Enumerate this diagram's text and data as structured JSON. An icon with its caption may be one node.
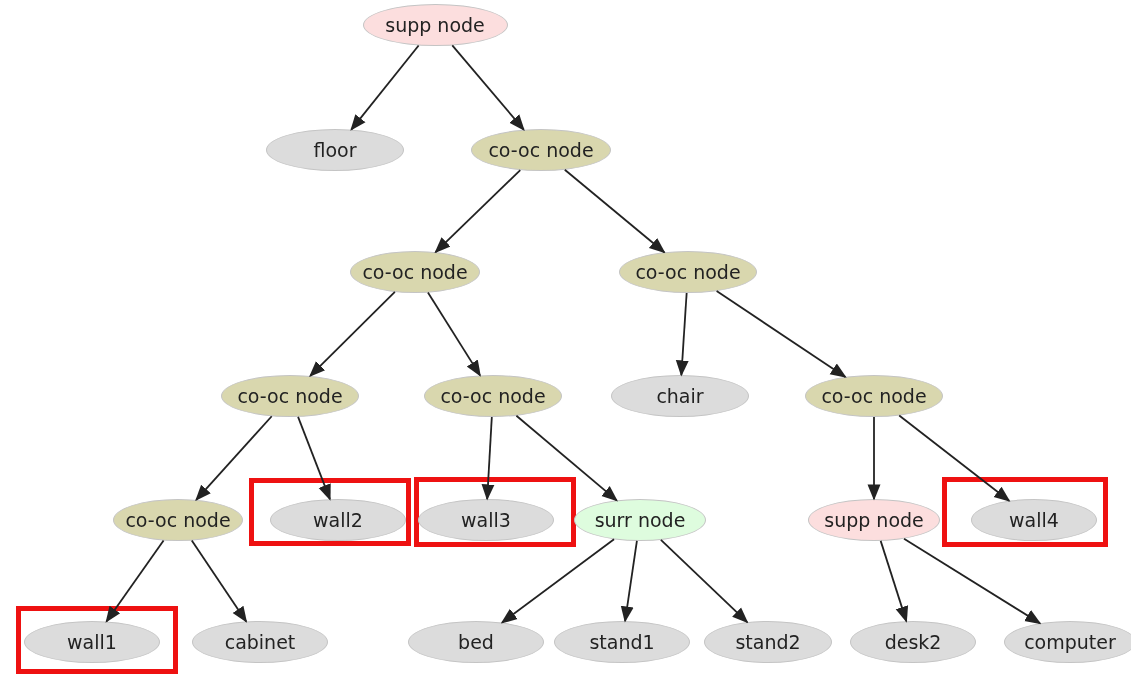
{
  "diagram": {
    "nodes": [
      {
        "text": [
          "supp node"
        ]
      },
      {
        "text": [
          "floor"
        ]
      },
      {
        "text": [
          "co-oc node"
        ]
      },
      {
        "text": [
          "co-oc node"
        ]
      },
      {
        "text": [
          "co-oc node"
        ]
      },
      {
        "text": [
          "co-oc node"
        ]
      },
      {
        "text": [
          "co-oc node"
        ]
      },
      {
        "text": [
          "chair"
        ]
      },
      {
        "text": [
          "co-oc node"
        ]
      },
      {
        "text": [
          "co-oc node"
        ]
      },
      {
        "text": [],
        "shape": "box"
      },
      {
        "text": [
          "wall2"
        ],
        "in": 10
      },
      {
        "text": [],
        "shape": "box"
      },
      {
        "text": [
          "wall3"
        ],
        "in": 12
      },
      {
        "text": [
          "surr node"
        ]
      },
      {
        "text": [
          "supp node"
        ]
      },
      {
        "text": [],
        "shape": "box"
      },
      {
        "text": [
          "wall4"
        ],
        "in": 16
      },
      {
        "text": [],
        "shape": "box"
      },
      {
        "text": [
          "wall1"
        ],
        "in": 18
      },
      {
        "text": [
          "cabinet"
        ]
      },
      {
        "text": [
          "bed"
        ]
      },
      {
        "text": [
          "stand1"
        ]
      },
      {
        "text": [
          "stand2"
        ]
      },
      {
        "text": [
          "desk2"
        ]
      },
      {
        "text": [
          "computer"
        ]
      }
    ],
    "edges": [
      {
        "from": 0,
        "to": 1,
        "arrow": "to"
      },
      {
        "from": 0,
        "to": 2,
        "arrow": "to"
      },
      {
        "from": 2,
        "to": 3,
        "arrow": "to"
      },
      {
        "from": 2,
        "to": 4,
        "arrow": "to"
      },
      {
        "from": 3,
        "to": 5,
        "arrow": "to"
      },
      {
        "from": 3,
        "to": 6,
        "arrow": "to"
      },
      {
        "from": 4,
        "to": 7,
        "arrow": "to"
      },
      {
        "from": 4,
        "to": 8,
        "arrow": "to"
      },
      {
        "from": 5,
        "to": 9,
        "arrow": "to"
      },
      {
        "from": 5,
        "to": 11,
        "arrow": "to"
      },
      {
        "from": 6,
        "to": 13,
        "arrow": "to"
      },
      {
        "from": 6,
        "to": 14,
        "arrow": "to"
      },
      {
        "from": 8,
        "to": 15,
        "arrow": "to"
      },
      {
        "from": 8,
        "to": 17,
        "arrow": "to"
      },
      {
        "from": 9,
        "to": 19,
        "arrow": "to"
      },
      {
        "from": 9,
        "to": 20,
        "arrow": "to"
      },
      {
        "from": 14,
        "to": 21,
        "arrow": "to"
      },
      {
        "from": 14,
        "to": 22,
        "arrow": "to"
      },
      {
        "from": 14,
        "to": 23,
        "arrow": "to"
      },
      {
        "from": 15,
        "to": 24,
        "arrow": "to"
      },
      {
        "from": 15,
        "to": 25,
        "arrow": "to"
      }
    ]
  }
}
